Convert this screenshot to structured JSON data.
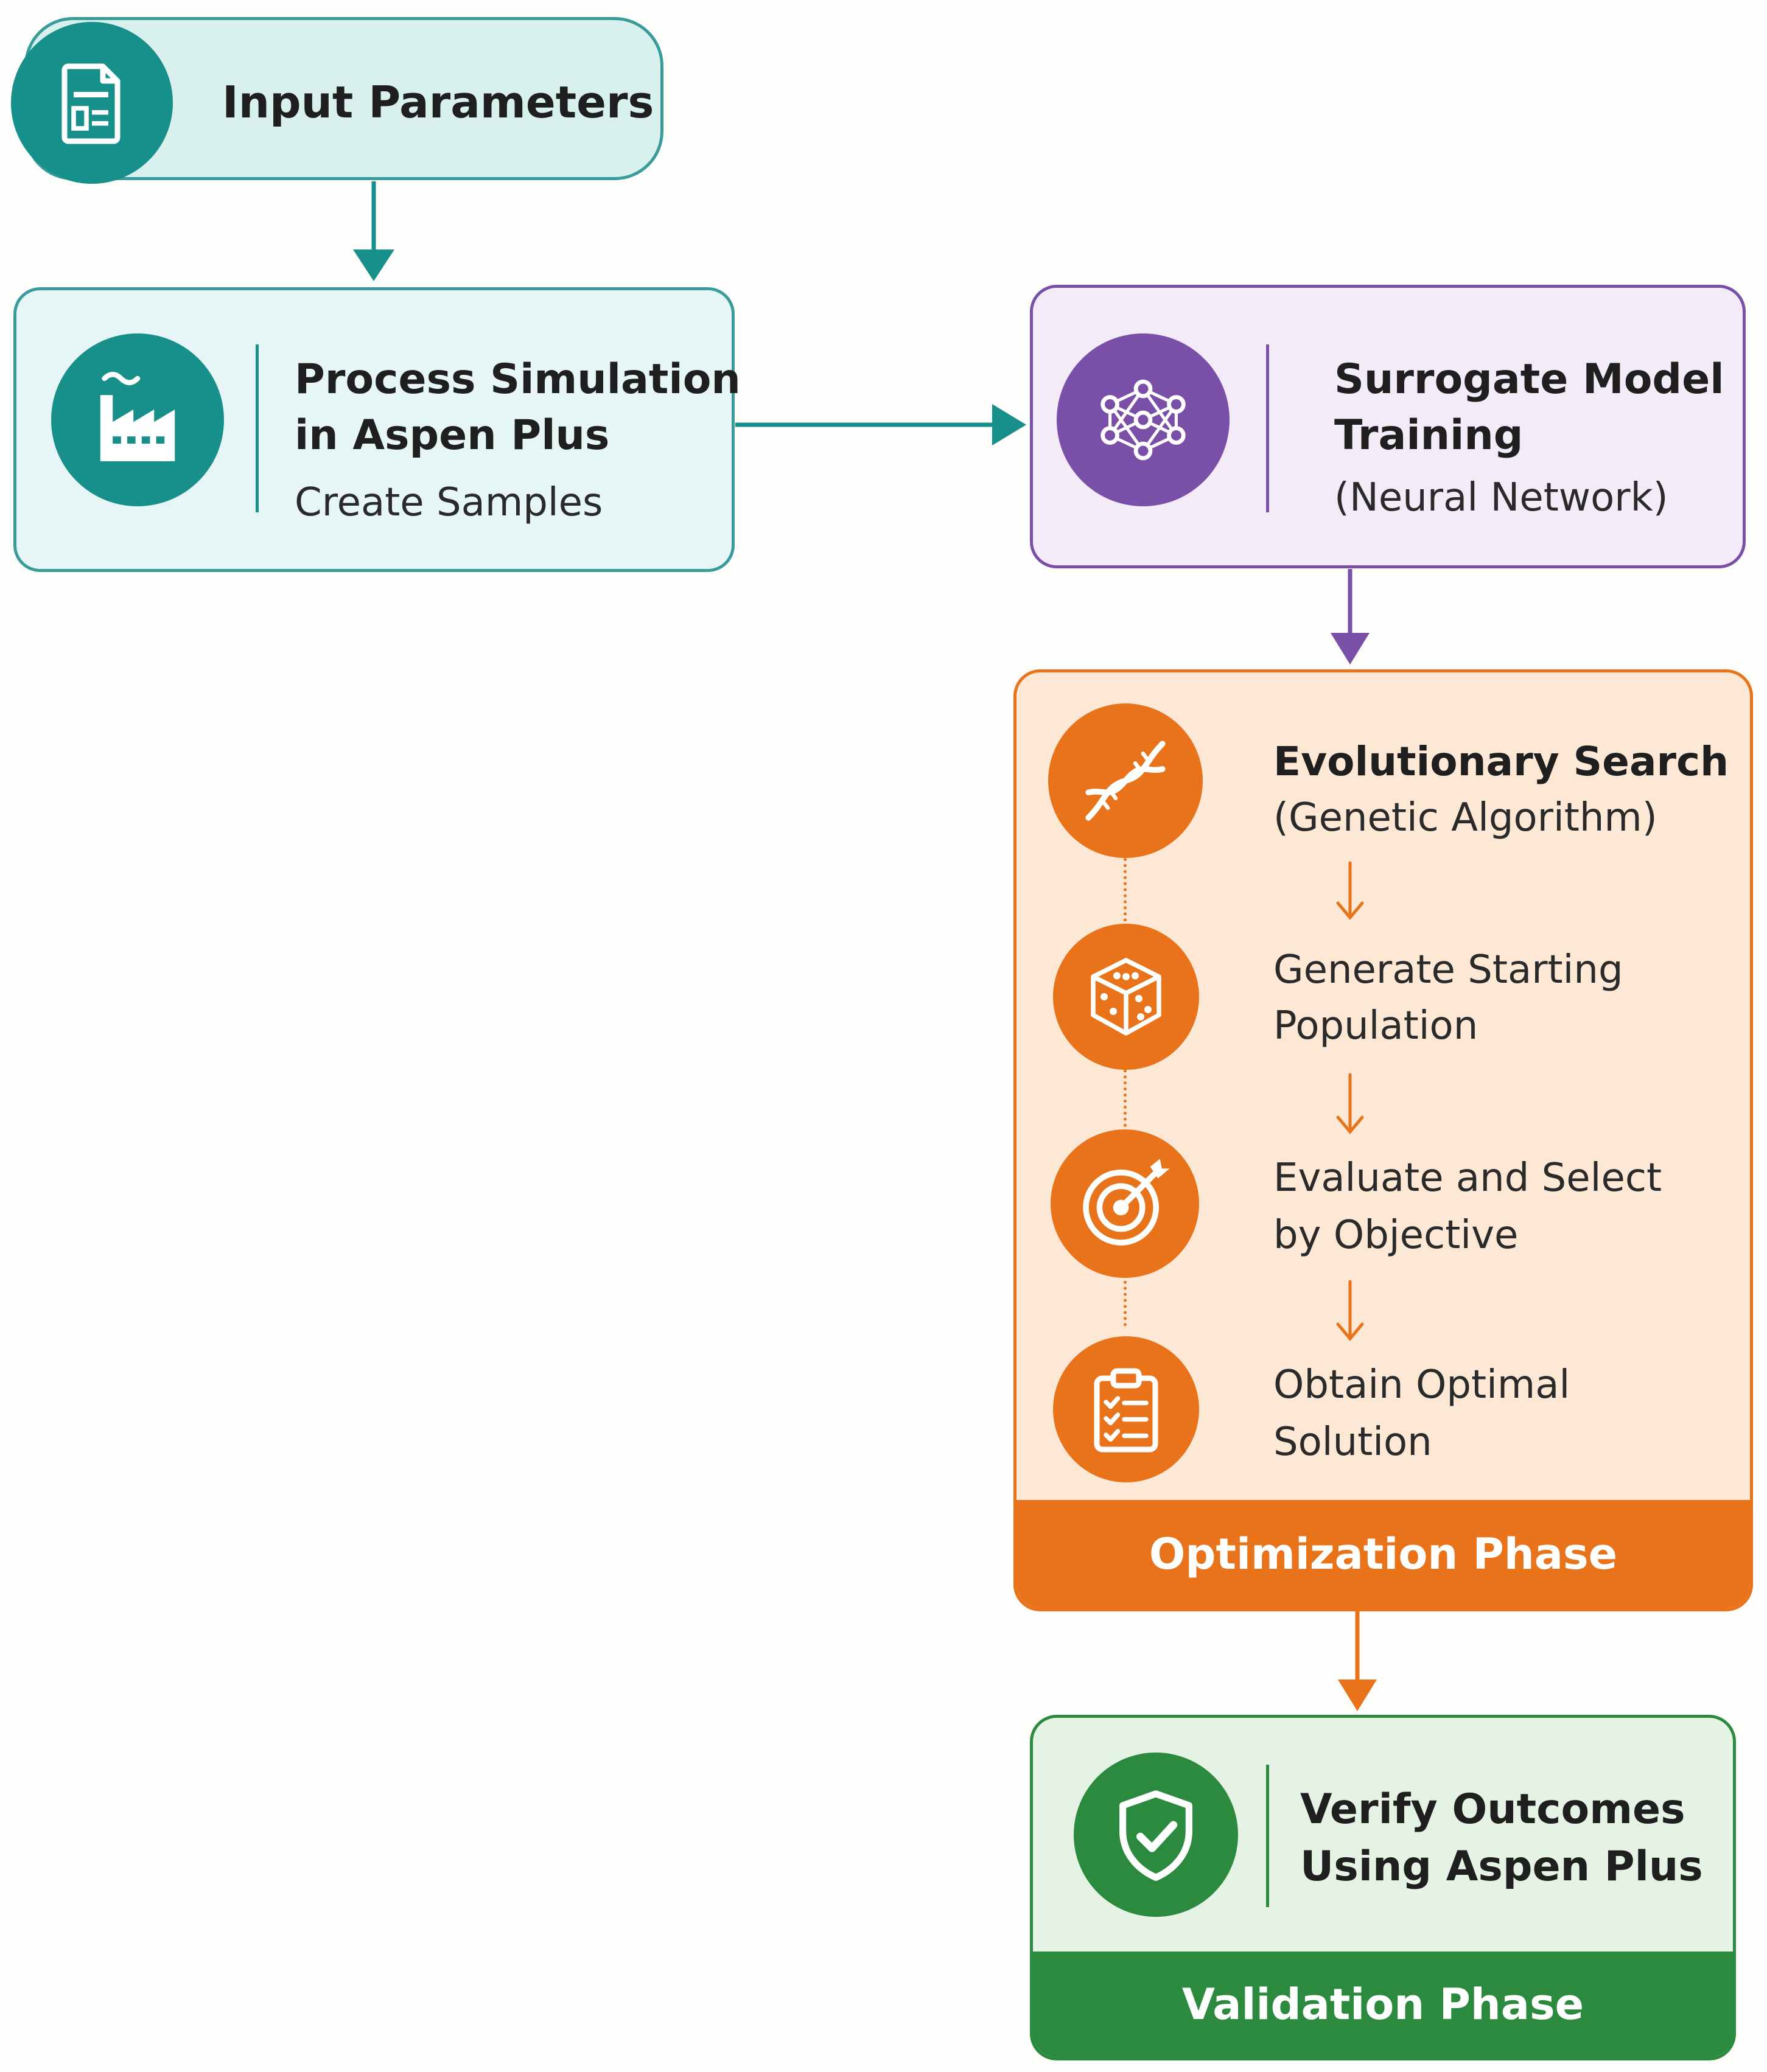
{
  "input": {
    "title": "Input Parameters",
    "icon": "document-form-icon"
  },
  "simulation": {
    "title_line1": "Process Simulation",
    "title_line2": "in Aspen Plus",
    "subtitle": "Create Samples",
    "icon": "factory-icon"
  },
  "surrogate": {
    "title_line1": "Surrogate Model",
    "title_line2": "Training",
    "subtitle": "(Neural Network)",
    "icon": "neural-network-icon"
  },
  "optimization": {
    "phase_label": "Optimization Phase",
    "steps": [
      {
        "line1": "Evolutionary Search",
        "line2": "(Genetic Algorithm)",
        "icon": "dna-icon"
      },
      {
        "line1": "Generate Starting",
        "line2": "Population",
        "icon": "dice-icon"
      },
      {
        "line1": "Evaluate and Select",
        "line2": "by Objective",
        "icon": "target-icon"
      },
      {
        "line1": "Obtain Optimal",
        "line2": "Solution",
        "icon": "clipboard-checklist-icon"
      }
    ]
  },
  "validation": {
    "title_line1": "Verify Outcomes",
    "title_line2": "Using Aspen Plus",
    "phase_label": "Validation Phase",
    "icon": "shield-check-icon"
  },
  "colors": {
    "teal": "#178f8a",
    "teal_light": "#d8f0ee",
    "sim_fill": "#e6f6f7",
    "sim_border": "#3a9c9a",
    "purple": "#7a4fa8",
    "purple_light": "#f3ecf8",
    "orange": "#e8731a",
    "orange_light": "#fde8d6",
    "green": "#2b8a3e",
    "green_light": "#e4f3e4"
  }
}
